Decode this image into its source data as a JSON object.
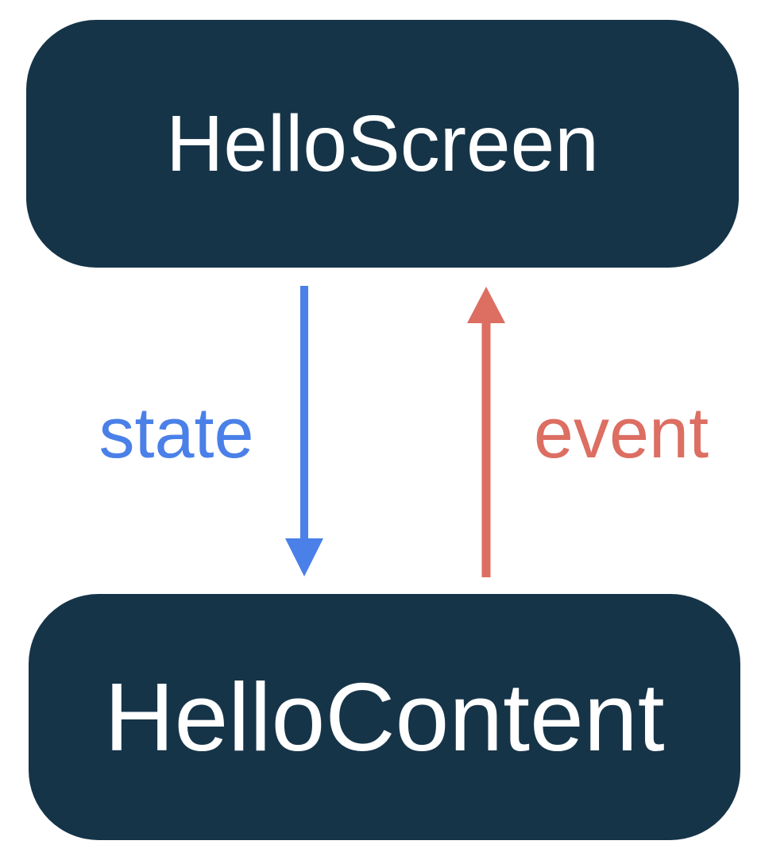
{
  "diagram": {
    "type": "component-state-flow",
    "nodes": [
      {
        "id": "hello-screen",
        "label": "HelloScreen"
      },
      {
        "id": "hello-content",
        "label": "HelloContent"
      }
    ],
    "edges": [
      {
        "id": "state",
        "label": "state",
        "from": "HelloScreen",
        "to": "HelloContent",
        "direction": "down",
        "color": "#4a80e8"
      },
      {
        "id": "event",
        "label": "event",
        "from": "HelloContent",
        "to": "HelloScreen",
        "direction": "up",
        "color": "#dc6e62"
      }
    ],
    "colors": {
      "background": "#ffffff",
      "node_fill": "#163448",
      "node_text": "#ffffff",
      "state_blue": "#4a80e8",
      "event_red": "#dc6e62"
    }
  }
}
